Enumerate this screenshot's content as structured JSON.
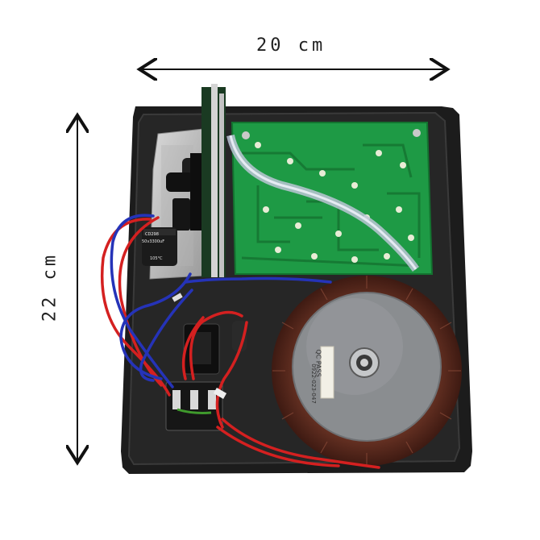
{
  "dimensions": {
    "width_label": "20 cm",
    "height_label": "22 cm"
  },
  "capacitor": {
    "brand": "CD298",
    "rating": "50v3300uF",
    "temperature": "105°C"
  },
  "transformer_label": {
    "line1": "QC PASS",
    "line2": "0922-023-047"
  },
  "colors": {
    "chassis": "#1c1c1c",
    "pcb": "#1e9a45",
    "transformer_core": "#8a8d90",
    "winding": "#5b2a1e",
    "wire_red": "#d42020",
    "wire_blue": "#2533b8"
  }
}
